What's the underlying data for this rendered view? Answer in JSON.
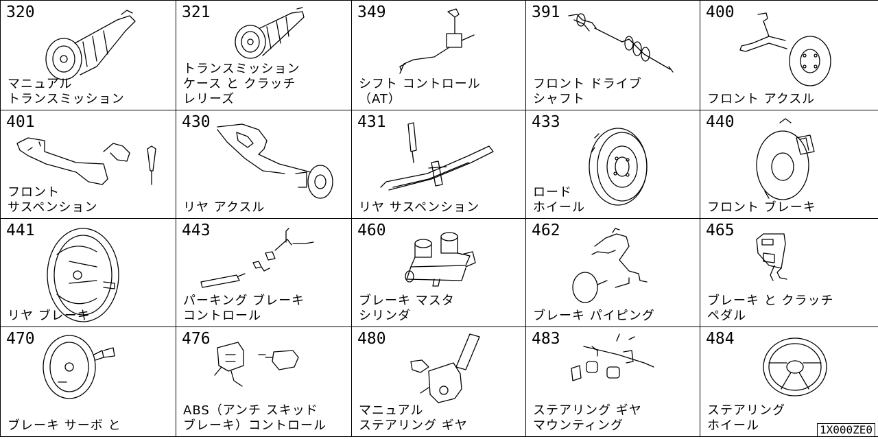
{
  "catalog": {
    "reference_code": "1X000ZE0",
    "groups": [
      {
        "code": "320",
        "lines": [
          "マニュアル",
          "トランスミッション"
        ],
        "icon": "manual-transmission-icon"
      },
      {
        "code": "321",
        "lines": [
          "トランスミッション",
          "ケース と クラッチ",
          "レリーズ"
        ],
        "icon": "transmission-case-icon"
      },
      {
        "code": "349",
        "lines": [
          "シフト コントロール",
          "（AT）"
        ],
        "icon": "shift-control-icon"
      },
      {
        "code": "391",
        "lines": [
          "フロント ドライブ",
          "シャフト"
        ],
        "icon": "drive-shaft-icon"
      },
      {
        "code": "400",
        "lines": [
          "フロント アクスル"
        ],
        "icon": "front-axle-icon"
      },
      {
        "code": "401",
        "lines": [
          "フロント",
          "サスペンション"
        ],
        "icon": "front-suspension-icon"
      },
      {
        "code": "430",
        "lines": [
          "リヤ アクスル"
        ],
        "icon": "rear-axle-icon"
      },
      {
        "code": "431",
        "lines": [
          "リヤ サスペンション"
        ],
        "icon": "leaf-spring-icon"
      },
      {
        "code": "433",
        "lines": [
          "ロード",
          "ホイール"
        ],
        "icon": "tire-wheel-icon"
      },
      {
        "code": "440",
        "lines": [
          "フロント ブレーキ"
        ],
        "icon": "disc-brake-icon"
      },
      {
        "code": "441",
        "lines": [
          "リヤ ブレーキ"
        ],
        "icon": "drum-brake-icon"
      },
      {
        "code": "443",
        "lines": [
          "パーキング ブレーキ",
          "コントロール"
        ],
        "icon": "parking-brake-icon"
      },
      {
        "code": "460",
        "lines": [
          "ブレーキ マスタ",
          "シリンダ"
        ],
        "icon": "master-cylinder-icon"
      },
      {
        "code": "462",
        "lines": [
          "ブレーキ パイピング"
        ],
        "icon": "brake-piping-icon"
      },
      {
        "code": "465",
        "lines": [
          "ブレーキ と クラッチ",
          "ペダル"
        ],
        "icon": "pedal-icon"
      },
      {
        "code": "470",
        "lines": [
          "ブレーキ サーボ と"
        ],
        "icon": "brake-servo-icon"
      },
      {
        "code": "476",
        "lines": [
          "ABS（アンチ スキッド",
          "ブレーキ）コントロール"
        ],
        "icon": "abs-unit-icon"
      },
      {
        "code": "480",
        "lines": [
          "マニュアル",
          "ステアリング ギヤ"
        ],
        "icon": "steering-gear-icon"
      },
      {
        "code": "483",
        "lines": [
          "ステアリング ギヤ",
          "マウンティング"
        ],
        "icon": "gear-mounting-icon"
      },
      {
        "code": "484",
        "lines": [
          "ステアリング",
          "ホイール"
        ],
        "icon": "steering-wheel-icon"
      }
    ]
  }
}
